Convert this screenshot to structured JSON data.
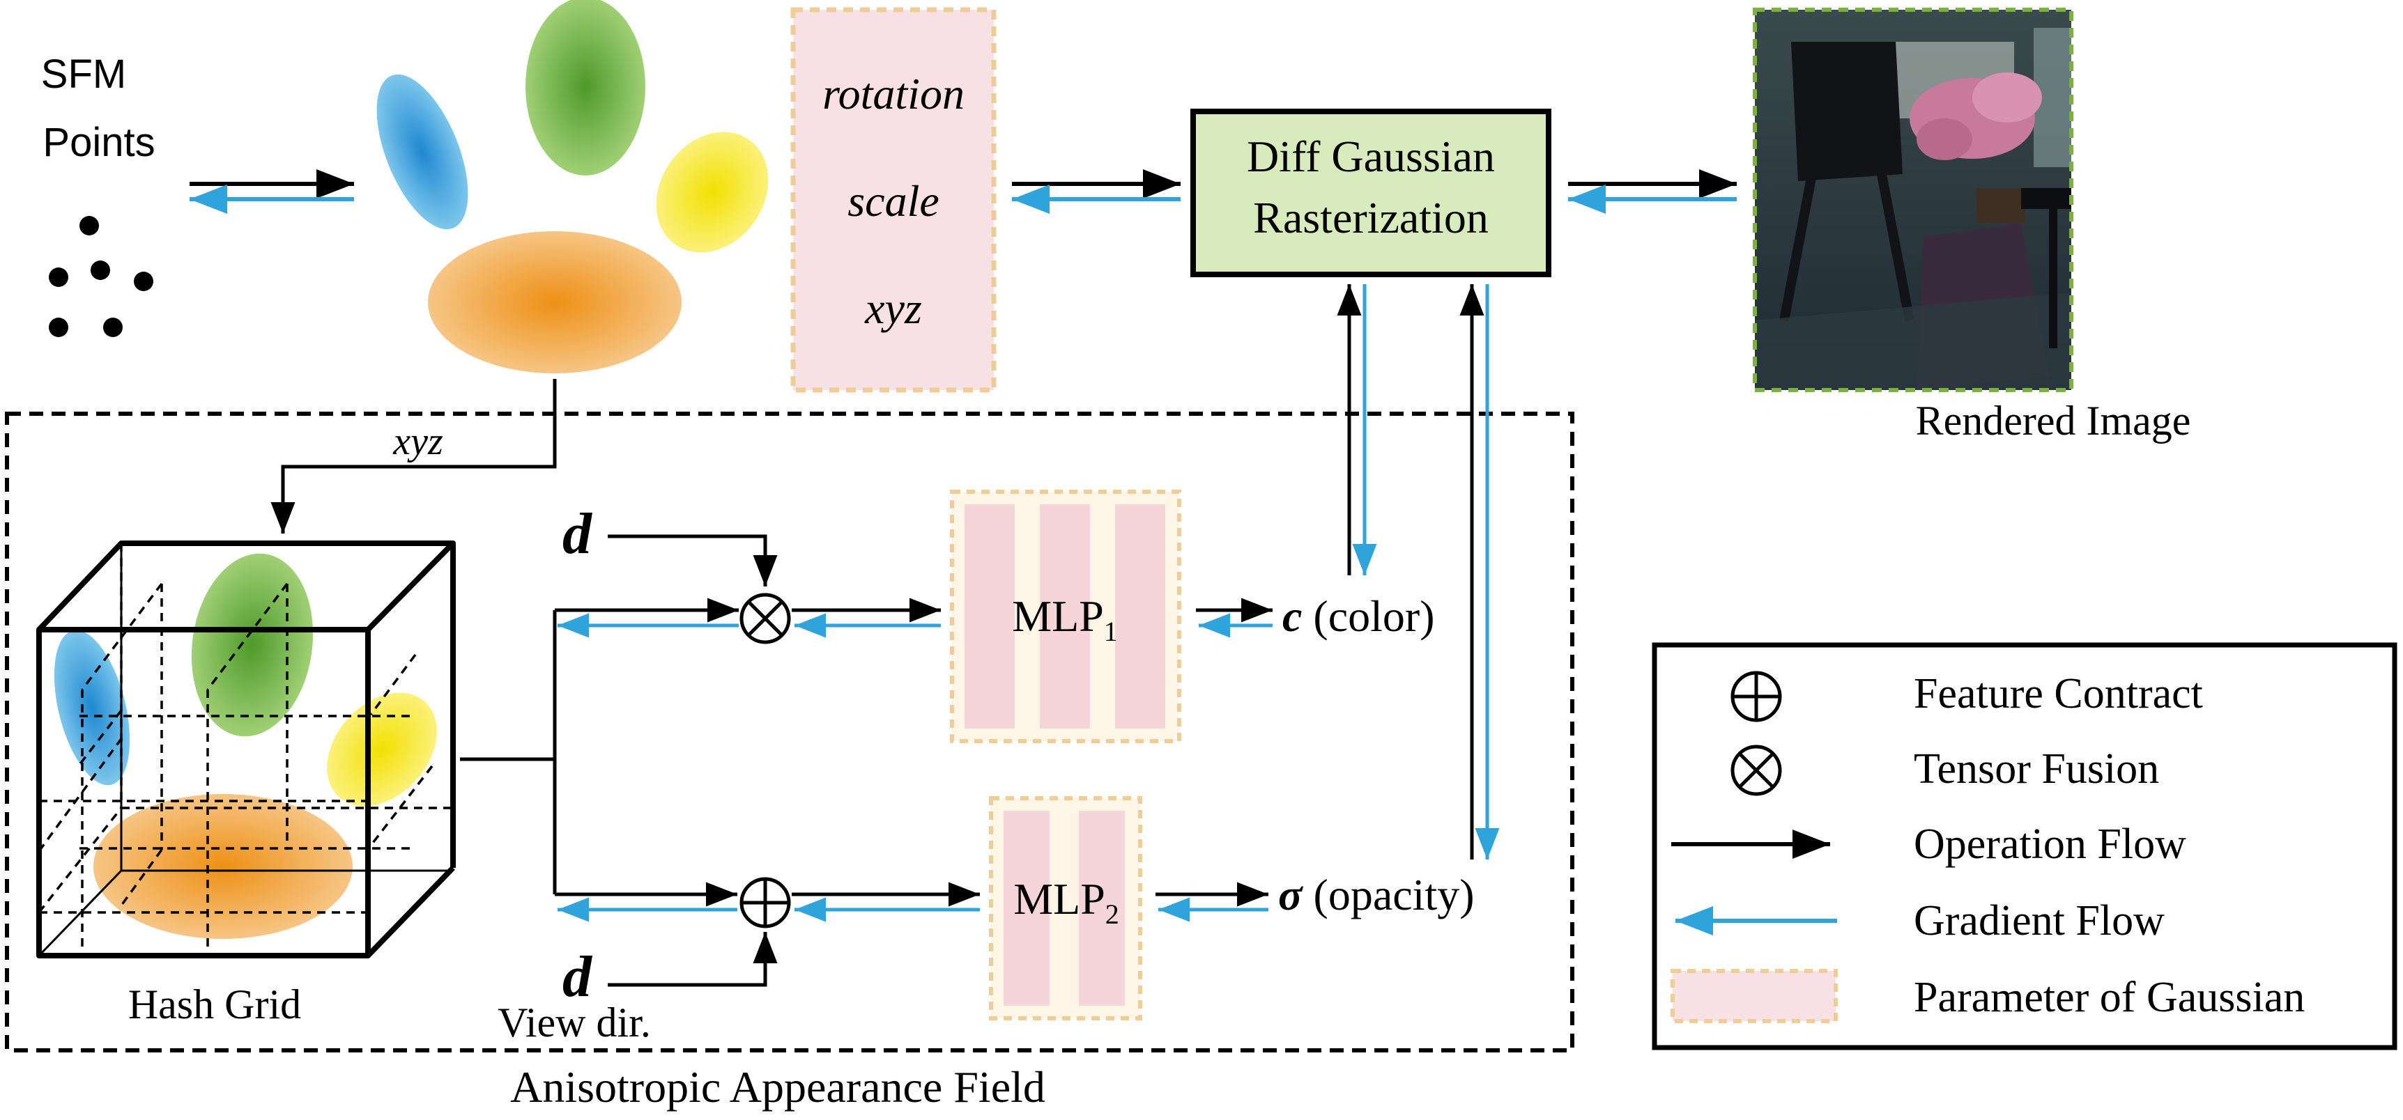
{
  "sfm": {
    "label_line1": "SFM",
    "label_line2": "Points"
  },
  "params": {
    "rotation": "rotation",
    "scale": "scale",
    "xyz": "xyz"
  },
  "rasterizer": {
    "line1": "Diff Gaussian",
    "line2": "Rasterization"
  },
  "rendered": {
    "caption": "Rendered Image"
  },
  "field": {
    "xyz_label": "xyz",
    "hash_grid": "Hash Grid",
    "view_dir": "View dir.",
    "title": "Anisotropic Appearance Field",
    "d_symbol": "d",
    "mlp1_base": "MLP",
    "mlp1_sub": "1",
    "mlp2_base": "MLP",
    "mlp2_sub": "2",
    "color_symbol": "c",
    "color_text": "(color)",
    "opacity_symbol": "σ",
    "opacity_text": "(opacity)"
  },
  "legend": {
    "feature_contract": "Feature Contract",
    "tensor_fusion": "Tensor Fusion",
    "operation_flow": "Operation Flow",
    "gradient_flow": "Gradient Flow",
    "parameter": "Parameter of Gaussian"
  },
  "colors": {
    "blue": "#2aa6dd",
    "green": "#6aad3c",
    "yellow": "#f5e51b",
    "orange": "#f0a030",
    "param_fill": "#f8e1e4",
    "param_border": "#f0cc96",
    "raster_fill": "#d7ebbd",
    "mlp_stripe": "#f6d5d8",
    "mlp_gap": "#fdf6e6",
    "gradient": "#2fa3dc"
  }
}
